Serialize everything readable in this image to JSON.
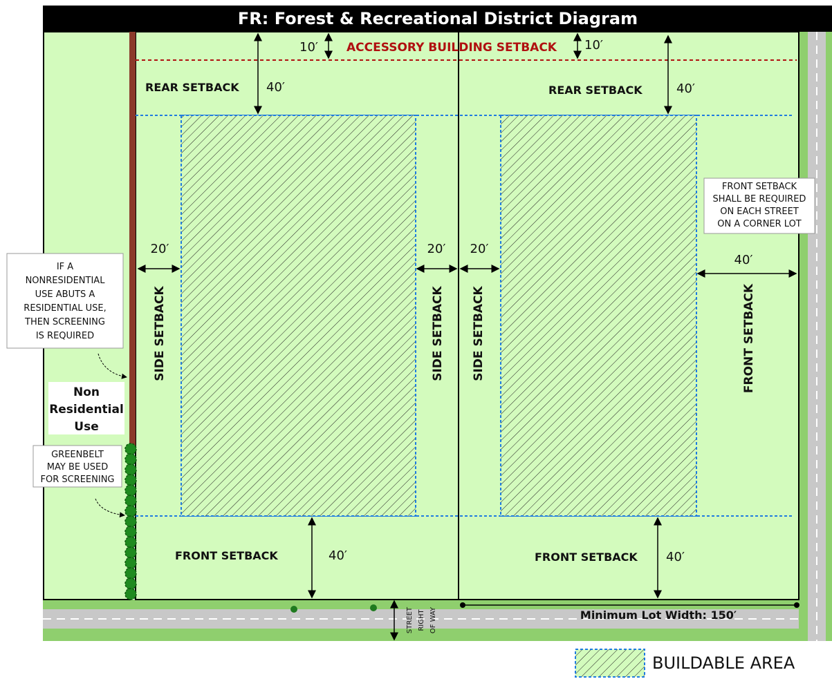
{
  "title": "FR: Forest & Recreational District Diagram",
  "labels": {
    "accessory_building_setback": "ACCESSORY BUILDING SETBACK",
    "accessory_dim_left": "10′",
    "accessory_dim_right": "10′",
    "rear_setback_left": "REAR SETBACK",
    "rear_dim_left": "40′",
    "rear_setback_right": "REAR SETBACK",
    "rear_dim_right": "40′",
    "side_setback_1": "SIDE SETBACK",
    "side_setback_2": "SIDE SETBACK",
    "side_setback_3": "SIDE SETBACK",
    "side_dim_1": "20′",
    "side_dim_2": "20′",
    "side_dim_3": "20′",
    "front_setback_side": "FRONT SETBACK",
    "front_side_dim": "40′",
    "front_setback_left": "FRONT SETBACK",
    "front_dim_left": "40′",
    "front_setback_right": "FRONT SETBACK",
    "front_dim_right": "40′",
    "min_lot_width": "Minimum Lot Width: 150′",
    "street_row": [
      "STREET",
      "RIGHT",
      "OF WAY"
    ],
    "legend": "BUILDABLE AREA"
  },
  "notes": {
    "screening": [
      "IF A",
      "NONRESIDENTIAL",
      "USE ABUTS A",
      "RESIDENTIAL USE,",
      "THEN SCREENING",
      "IS REQUIRED"
    ],
    "non_residential": [
      "Non",
      "Residential",
      "Use"
    ],
    "greenbelt": [
      "GREENBELT",
      "MAY BE USED",
      "FOR SCREENING"
    ],
    "corner_lot": [
      "FRONT SETBACK",
      "SHALL BE REQUIRED",
      "ON EACH STREET",
      "ON A CORNER LOT"
    ]
  },
  "colors": {
    "lot_fill": "#d3fbbd",
    "title_bar": "#000000",
    "setback_line": "#1e7be0",
    "accessory_line": "#b01010",
    "wall": "#8b3a2a",
    "road": "#c8c8c8",
    "road_verge": "#8fcf6e",
    "greenbelt": "#1f8a1f"
  }
}
